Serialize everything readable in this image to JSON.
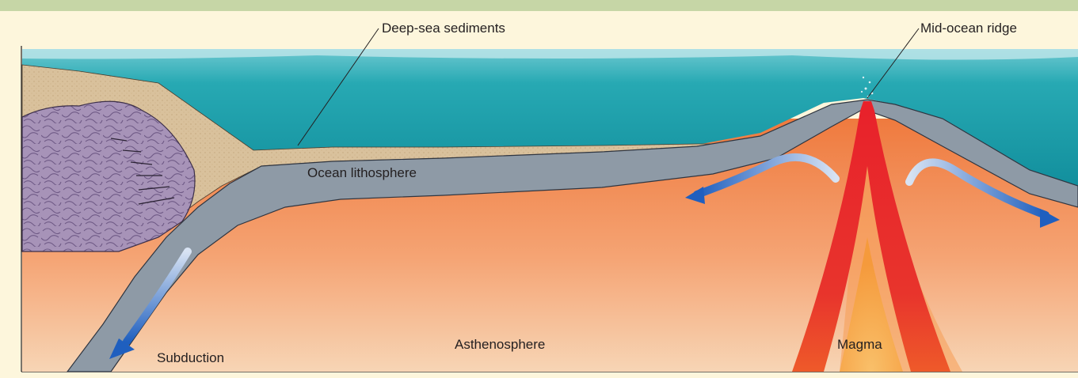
{
  "labels": {
    "deep_sea_sediments": "Deep-sea sediments",
    "mid_ocean_ridge": "Mid-ocean ridge",
    "ocean_lithosphere": "Ocean lithosphere",
    "asthenosphere": "Asthenosphere",
    "magma": "Magma",
    "subduction": "Subduction"
  },
  "colors": {
    "ocean": "#1fa3ad",
    "lithosphere": "#8c99a6",
    "sediment": "#d9c3a0",
    "continent": "#a48fb4",
    "asthenosphere": "#f08a4b",
    "magma": "#e8262e",
    "frame_band": "#c6d6a6",
    "arrow": "#2b6bc4"
  }
}
